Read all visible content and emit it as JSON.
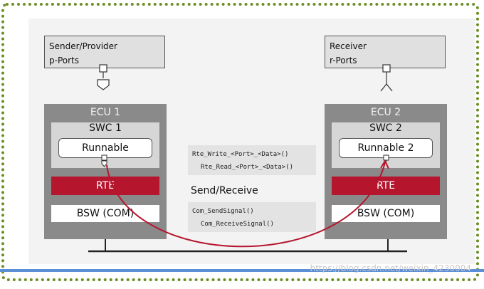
{
  "sender": {
    "line1": "Sender/Provider",
    "line2": "p-Ports"
  },
  "receiver": {
    "line1": "Receiver",
    "line2": "r-Ports"
  },
  "ecu1": {
    "title": "ECU 1",
    "swc": "SWC 1",
    "runnable": "Runnable",
    "rte": "RTE",
    "bsw": "BSW (COM)"
  },
  "ecu2": {
    "title": "ECU 2",
    "swc": "SWC 2",
    "runnable": "Runnable 2",
    "rte": "RTE",
    "bsw": "BSW (COM)"
  },
  "rte_api": {
    "line1": "Rte_Write_<Port>_<Data>()",
    "line2": "Rte_Read_<Port>_<Data>()"
  },
  "mode_label": "Send/Receive",
  "com_api": {
    "line1": "Com_SendSignal()",
    "line2": "Com_ReceiveSignal()"
  },
  "watermark": "https://blog.csdn.net/weixin_4230004",
  "colors": {
    "rte": "#b5162e",
    "arrow": "#b5162e",
    "frame": "#6b8e23",
    "ecu": "#8a8a8a",
    "accent_line": "#5b8fd6"
  }
}
